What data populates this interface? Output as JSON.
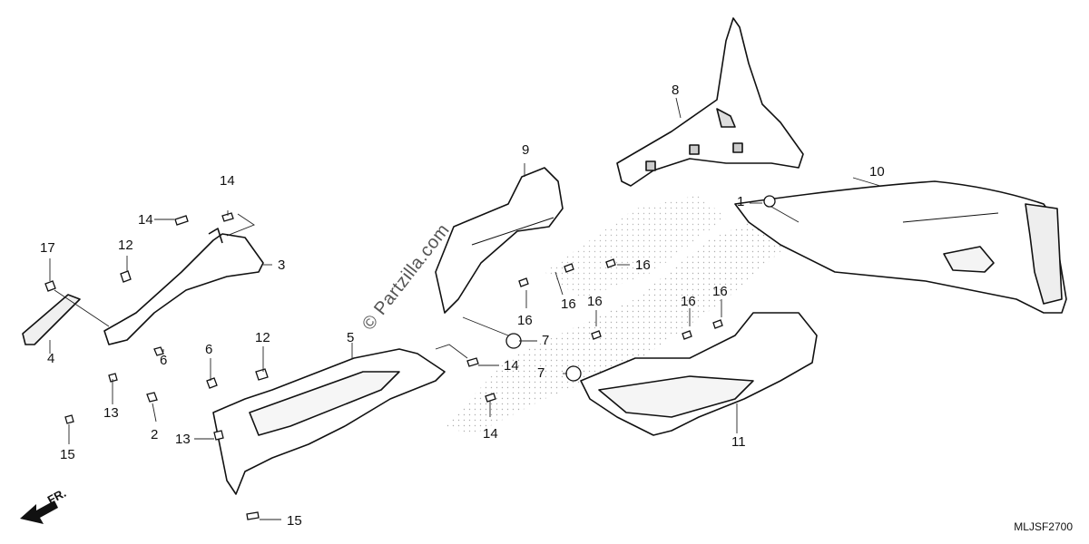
{
  "watermark": "© Partzilla.com",
  "diagram_code": "MLJSF2700",
  "front_marker": "FR.",
  "callouts": [
    {
      "id": "c-17",
      "text": "17"
    },
    {
      "id": "c-4",
      "text": "4"
    },
    {
      "id": "c-12a",
      "text": "12"
    },
    {
      "id": "c-14a",
      "text": "14"
    },
    {
      "id": "c-14b",
      "text": "14"
    },
    {
      "id": "c-3",
      "text": "3"
    },
    {
      "id": "c-6a",
      "text": "6"
    },
    {
      "id": "c-13a",
      "text": "13"
    },
    {
      "id": "c-2",
      "text": "2"
    },
    {
      "id": "c-15a",
      "text": "15"
    },
    {
      "id": "c-6b",
      "text": "6"
    },
    {
      "id": "c-12b",
      "text": "12"
    },
    {
      "id": "c-5",
      "text": "5"
    },
    {
      "id": "c-13b",
      "text": "13"
    },
    {
      "id": "c-15b",
      "text": "15"
    },
    {
      "id": "c-9",
      "text": "9"
    },
    {
      "id": "c-16a",
      "text": "16"
    },
    {
      "id": "c-16b",
      "text": "16"
    },
    {
      "id": "c-16c",
      "text": "16"
    },
    {
      "id": "c-7a",
      "text": "7"
    },
    {
      "id": "c-14c",
      "text": "14"
    },
    {
      "id": "c-14d",
      "text": "14"
    },
    {
      "id": "c-7b",
      "text": "7"
    },
    {
      "id": "c-8",
      "text": "8"
    },
    {
      "id": "c-10",
      "text": "10"
    },
    {
      "id": "c-1",
      "text": "1"
    },
    {
      "id": "c-16d",
      "text": "16"
    },
    {
      "id": "c-16e",
      "text": "16"
    },
    {
      "id": "c-16f",
      "text": "16"
    },
    {
      "id": "c-11",
      "text": "11"
    }
  ]
}
